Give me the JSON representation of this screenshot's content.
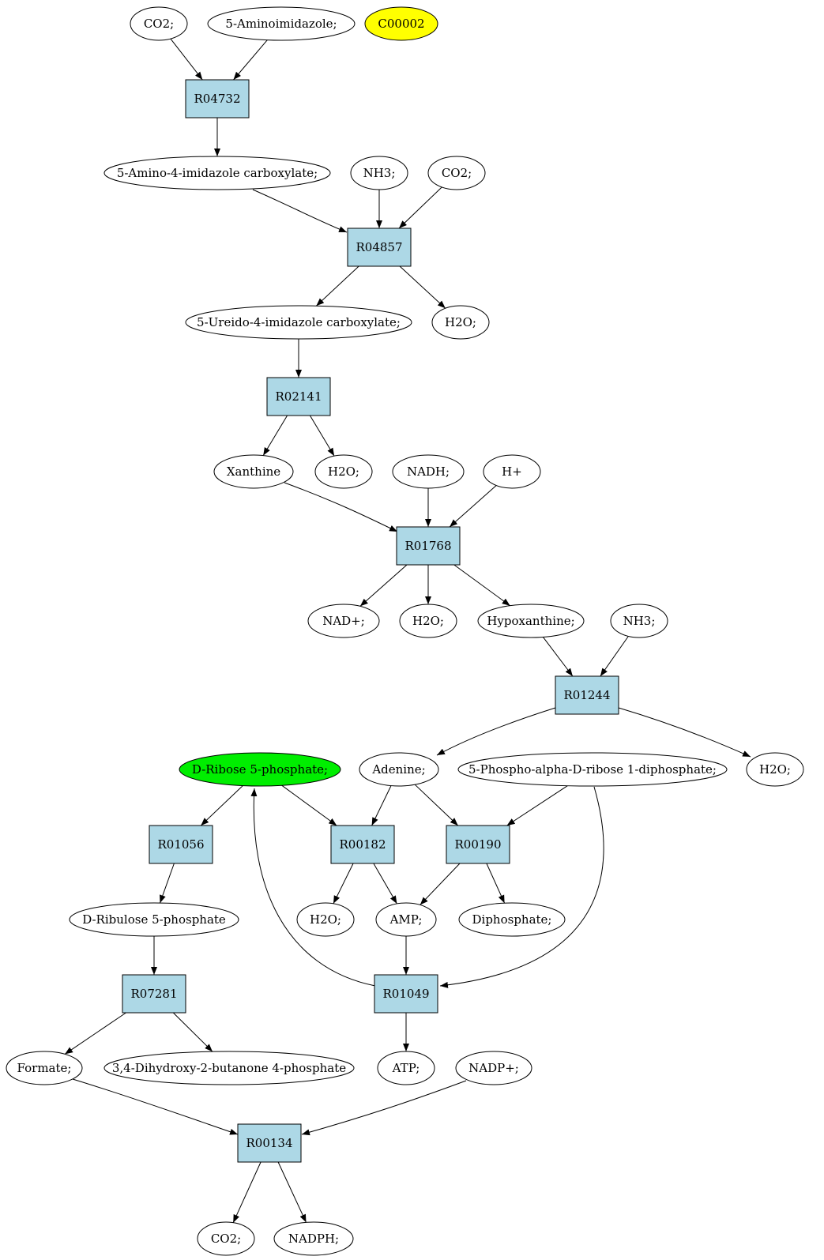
{
  "graph": {
    "compounds": [
      {
        "id": "c_co2_top",
        "label": "CO2;",
        "fill": "#ffffff"
      },
      {
        "id": "c_aminoimidazole",
        "label": "5-Aminoimidazole;",
        "fill": "#ffffff"
      },
      {
        "id": "c_c00002",
        "label": "C00002",
        "fill": "#ffff00"
      },
      {
        "id": "c_aicarb",
        "label": "5-Amino-4-imidazole carboxylate;",
        "fill": "#ffffff"
      },
      {
        "id": "c_nh3_1",
        "label": "NH3;",
        "fill": "#ffffff"
      },
      {
        "id": "c_co2_2",
        "label": "CO2;",
        "fill": "#ffffff"
      },
      {
        "id": "c_ureido",
        "label": "5-Ureido-4-imidazole carboxylate;",
        "fill": "#ffffff"
      },
      {
        "id": "c_h2o_1",
        "label": "H2O;",
        "fill": "#ffffff"
      },
      {
        "id": "c_xanthine",
        "label": "Xanthine",
        "fill": "#ffffff"
      },
      {
        "id": "c_h2o_2",
        "label": "H2O;",
        "fill": "#ffffff"
      },
      {
        "id": "c_nadh",
        "label": "NADH;",
        "fill": "#ffffff"
      },
      {
        "id": "c_hplus",
        "label": "H+",
        "fill": "#ffffff"
      },
      {
        "id": "c_nadplus",
        "label": "NAD+;",
        "fill": "#ffffff"
      },
      {
        "id": "c_h2o_3",
        "label": "H2O;",
        "fill": "#ffffff"
      },
      {
        "id": "c_hypoxanthine",
        "label": "Hypoxanthine;",
        "fill": "#ffffff"
      },
      {
        "id": "c_nh3_2",
        "label": "NH3;",
        "fill": "#ffffff"
      },
      {
        "id": "c_ribose5p",
        "label": "D-Ribose 5-phosphate;",
        "fill": "#00ee00"
      },
      {
        "id": "c_adenine",
        "label": "Adenine;",
        "fill": "#ffffff"
      },
      {
        "id": "c_prpp",
        "label": "5-Phospho-alpha-D-ribose 1-diphosphate;",
        "fill": "#ffffff"
      },
      {
        "id": "c_h2o_4",
        "label": "H2O;",
        "fill": "#ffffff"
      },
      {
        "id": "c_ribulose5p",
        "label": "D-Ribulose 5-phosphate",
        "fill": "#ffffff"
      },
      {
        "id": "c_h2o_5",
        "label": "H2O;",
        "fill": "#ffffff"
      },
      {
        "id": "c_amp",
        "label": "AMP;",
        "fill": "#ffffff"
      },
      {
        "id": "c_diphosphate",
        "label": "Diphosphate;",
        "fill": "#ffffff"
      },
      {
        "id": "c_formate",
        "label": "Formate;",
        "fill": "#ffffff"
      },
      {
        "id": "c_dhbp",
        "label": "3,4-Dihydroxy-2-butanone 4-phosphate",
        "fill": "#ffffff"
      },
      {
        "id": "c_atp",
        "label": "ATP;",
        "fill": "#ffffff"
      },
      {
        "id": "c_nadpplus",
        "label": "NADP+;",
        "fill": "#ffffff"
      },
      {
        "id": "c_co2_bottom",
        "label": "CO2;",
        "fill": "#ffffff"
      },
      {
        "id": "c_nadph",
        "label": "NADPH;",
        "fill": "#ffffff"
      }
    ],
    "reactions": [
      {
        "id": "r_R04732",
        "label": "R04732"
      },
      {
        "id": "r_R04857",
        "label": "R04857"
      },
      {
        "id": "r_R02141",
        "label": "R02141"
      },
      {
        "id": "r_R01768",
        "label": "R01768"
      },
      {
        "id": "r_R01244",
        "label": "R01244"
      },
      {
        "id": "r_R01056",
        "label": "R01056"
      },
      {
        "id": "r_R00182",
        "label": "R00182"
      },
      {
        "id": "r_R00190",
        "label": "R00190"
      },
      {
        "id": "r_R07281",
        "label": "R07281"
      },
      {
        "id": "r_R01049",
        "label": "R01049"
      },
      {
        "id": "r_R00134",
        "label": "R00134"
      }
    ],
    "edges": [
      {
        "from": "c_co2_top",
        "to": "r_R04732"
      },
      {
        "from": "c_aminoimidazole",
        "to": "r_R04732"
      },
      {
        "from": "r_R04732",
        "to": "c_aicarb"
      },
      {
        "from": "c_aicarb",
        "to": "r_R04857"
      },
      {
        "from": "c_nh3_1",
        "to": "r_R04857"
      },
      {
        "from": "c_co2_2",
        "to": "r_R04857"
      },
      {
        "from": "r_R04857",
        "to": "c_ureido"
      },
      {
        "from": "r_R04857",
        "to": "c_h2o_1"
      },
      {
        "from": "c_ureido",
        "to": "r_R02141"
      },
      {
        "from": "r_R02141",
        "to": "c_xanthine"
      },
      {
        "from": "r_R02141",
        "to": "c_h2o_2"
      },
      {
        "from": "c_xanthine",
        "to": "r_R01768"
      },
      {
        "from": "c_nadh",
        "to": "r_R01768"
      },
      {
        "from": "c_hplus",
        "to": "r_R01768"
      },
      {
        "from": "r_R01768",
        "to": "c_nadplus"
      },
      {
        "from": "r_R01768",
        "to": "c_h2o_3"
      },
      {
        "from": "r_R01768",
        "to": "c_hypoxanthine"
      },
      {
        "from": "c_hypoxanthine",
        "to": "r_R01244"
      },
      {
        "from": "c_nh3_2",
        "to": "r_R01244"
      },
      {
        "from": "r_R01244",
        "to": "c_adenine"
      },
      {
        "from": "r_R01244",
        "to": "c_h2o_4"
      },
      {
        "from": "c_ribose5p",
        "to": "r_R01056"
      },
      {
        "from": "c_ribose5p",
        "to": "r_R00182"
      },
      {
        "from": "c_adenine",
        "to": "r_R00182"
      },
      {
        "from": "c_adenine",
        "to": "r_R00190"
      },
      {
        "from": "c_prpp",
        "to": "r_R00190"
      },
      {
        "from": "c_prpp",
        "to": "r_R01049"
      },
      {
        "from": "r_R01056",
        "to": "c_ribulose5p"
      },
      {
        "from": "r_R00182",
        "to": "c_h2o_5"
      },
      {
        "from": "r_R00182",
        "to": "c_amp"
      },
      {
        "from": "r_R00190",
        "to": "c_amp"
      },
      {
        "from": "r_R00190",
        "to": "c_diphosphate"
      },
      {
        "from": "c_ribulose5p",
        "to": "r_R07281"
      },
      {
        "from": "c_amp",
        "to": "r_R01049"
      },
      {
        "from": "r_R01049",
        "to": "c_ribose5p"
      },
      {
        "from": "r_R01049",
        "to": "c_atp"
      },
      {
        "from": "r_R07281",
        "to": "c_formate"
      },
      {
        "from": "r_R07281",
        "to": "c_dhbp"
      },
      {
        "from": "c_formate",
        "to": "r_R00134"
      },
      {
        "from": "c_nadpplus",
        "to": "r_R00134"
      },
      {
        "from": "r_R00134",
        "to": "c_co2_bottom"
      },
      {
        "from": "r_R00134",
        "to": "c_nadph"
      }
    ]
  }
}
